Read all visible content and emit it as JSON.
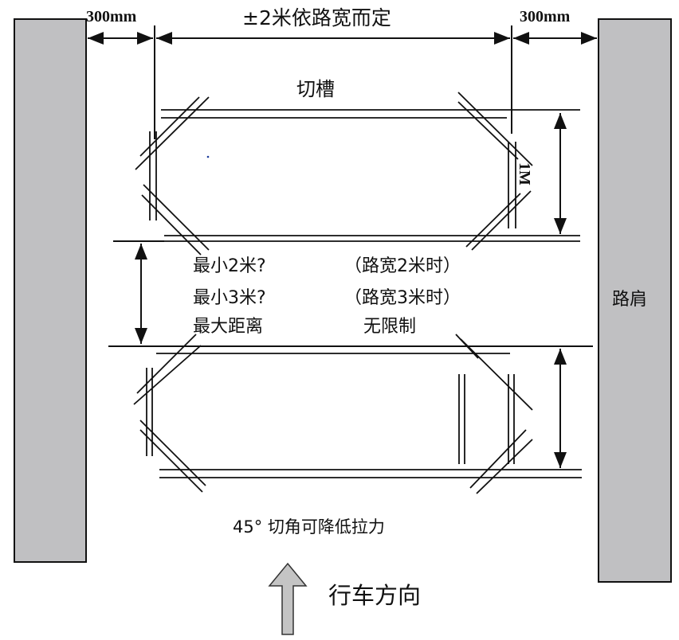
{
  "diagram": {
    "title_dims": {
      "left_offset": "300mm",
      "right_offset": "300mm",
      "width_note": "±2米依路宽而定"
    },
    "groove_label": "切槽",
    "groove_height": "1M",
    "spacing_notes": {
      "left": [
        "最小2米?",
        "最小3米?",
        "最大距离"
      ],
      "right": [
        "（路宽2米时）",
        "（路宽3米时）",
        "无限制"
      ]
    },
    "shoulder_label": "路肩",
    "corner_note": "45° 切角可降低拉力",
    "direction_label": "行车方向",
    "colors": {
      "line": "#111111",
      "shoulder_fill": "#c0c0c2",
      "arrow_fill": "#c4c4c4",
      "background": "#ffffff"
    }
  }
}
